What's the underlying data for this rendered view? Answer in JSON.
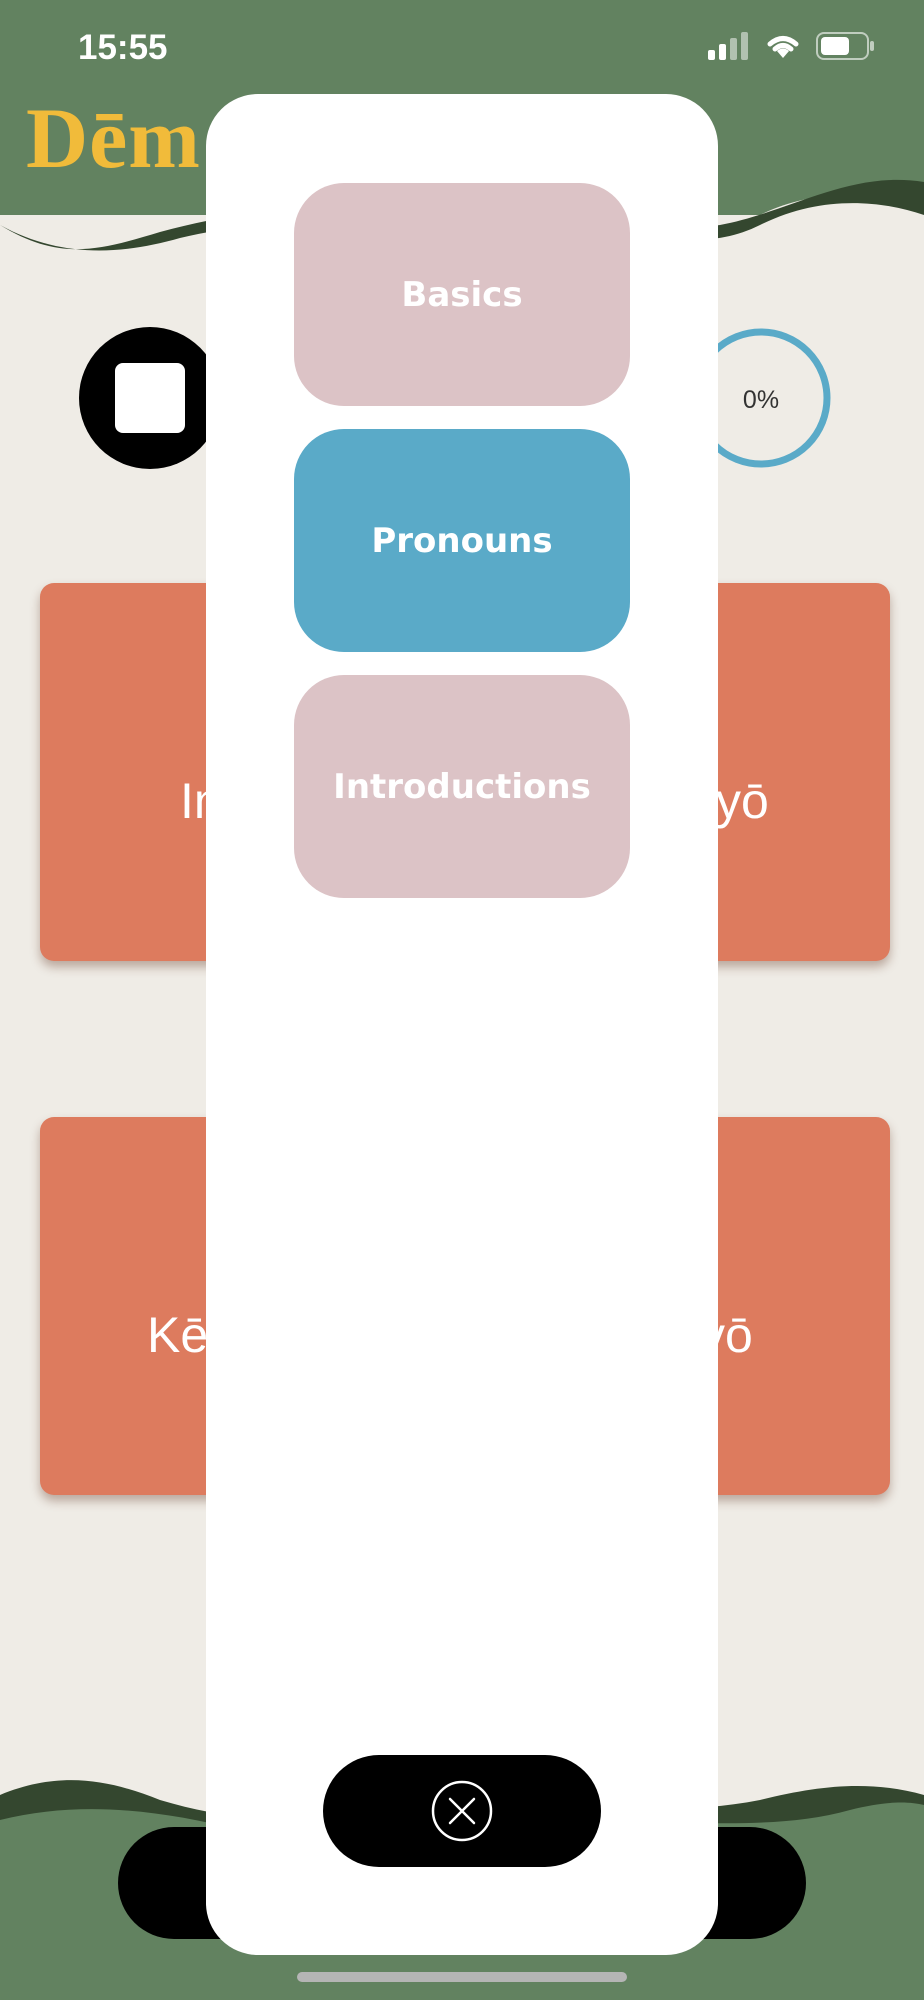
{
  "status_bar": {
    "time": "15:55"
  },
  "header": {
    "logo_text": "Dēm"
  },
  "controls": {
    "progress_text": "0%"
  },
  "cards": [
    {
      "visible_left": "In",
      "visible_right": "yō"
    },
    {
      "visible_left": "Kē",
      "visible_right": "yō"
    }
  ],
  "modal": {
    "lessons": [
      {
        "label": "Basics",
        "active": false
      },
      {
        "label": "Pronouns",
        "active": true
      },
      {
        "label": "Introductions",
        "active": false
      }
    ],
    "close_icon": "close-circle-icon"
  },
  "colors": {
    "header_green": "#628260",
    "dark_green": "#34472f",
    "logo_gold": "#f1bb3a",
    "card_orange": "#dd7b5e",
    "lesson_inactive": "#dcc3c6",
    "lesson_active": "#5aaac8",
    "progress_ring": "#5aaac8"
  }
}
